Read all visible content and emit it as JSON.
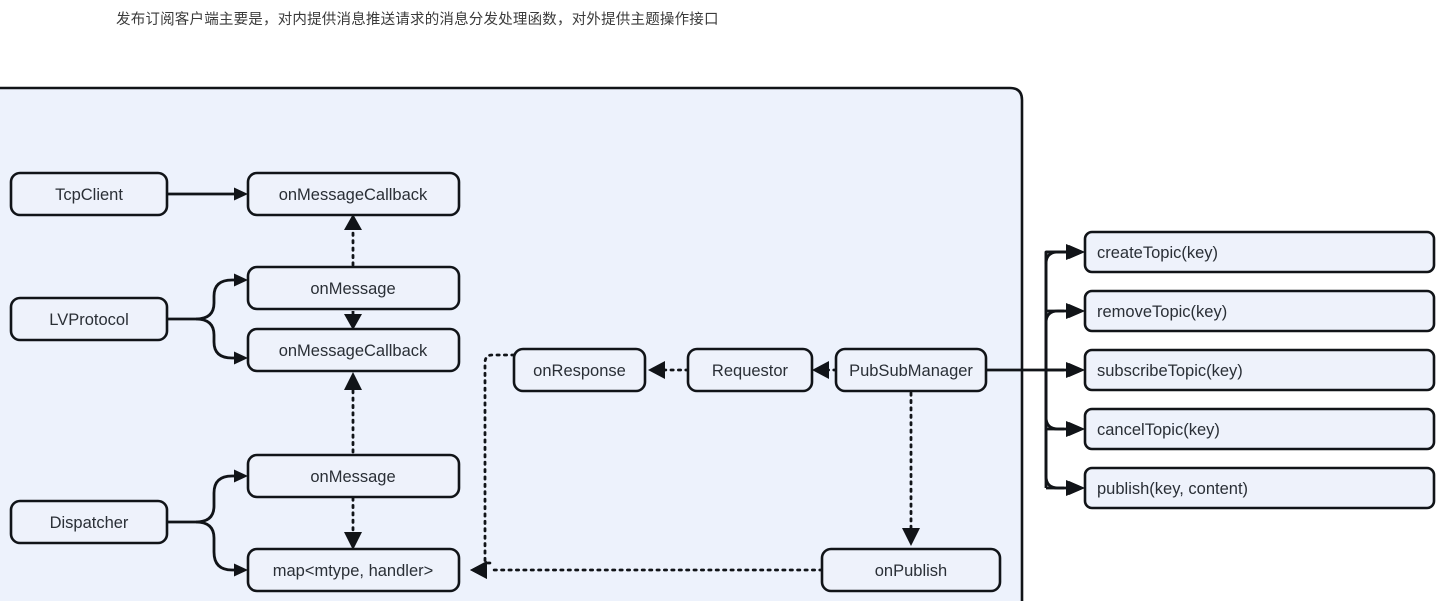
{
  "caption": "发布订阅客户端主要是，对内提供消息推送请求的消息分发处理函数，对外提供主题操作接口",
  "colors": {
    "panel_background": "#edf2fc",
    "node_fill": "#eef2fb",
    "stroke": "#111418",
    "text": "#2a2f36",
    "page_background": "#ffffff"
  },
  "panel": {
    "label": "pubsub-client-panel"
  },
  "nodes": {
    "tcp_client": "TcpClient",
    "on_message_callback_top": "onMessageCallback",
    "lv_protocol": "LVProtocol",
    "on_message_lv": "onMessage",
    "on_message_callback_lv": "onMessageCallback",
    "dispatcher": "Dispatcher",
    "on_message_dispatcher": "onMessage",
    "map_mtype_handler": "map<mtype, handler>",
    "on_response": "onResponse",
    "requestor": "Requestor",
    "pub_sub_manager": "PubSubManager",
    "on_publish": "onPublish"
  },
  "topic_api": [
    {
      "label": "createTopic(key)"
    },
    {
      "label": "removeTopic(key)"
    },
    {
      "label": "subscribeTopic(key)"
    },
    {
      "label": "cancelTopic(key)"
    },
    {
      "label": "publish(key, content)"
    }
  ]
}
